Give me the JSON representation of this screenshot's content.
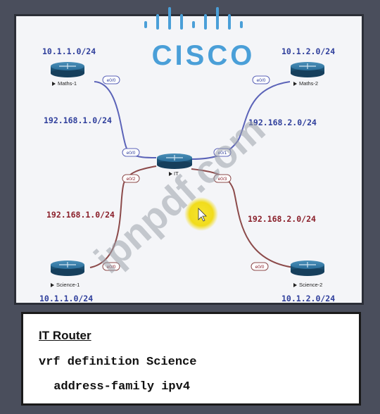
{
  "brand": {
    "logo_text": "CISCO"
  },
  "watermark": {
    "text": "ipnpdf.com"
  },
  "routers": {
    "maths1": {
      "name": "Maths-1",
      "lan": "10.1.1.0/24",
      "iface": "e0/0"
    },
    "maths2": {
      "name": "Maths-2",
      "lan": "10.1.2.0/24",
      "iface": "e0/0"
    },
    "it": {
      "name": "IT",
      "ifaces": [
        "e0/0",
        "e0/1",
        "e0/2",
        "e0/3"
      ]
    },
    "science1": {
      "name": "Science-1",
      "lan": "10.1.1.0/24",
      "iface": "e0/0"
    },
    "science2": {
      "name": "Science-2",
      "lan": "10.1.2.0/24",
      "iface": "e0/0"
    }
  },
  "links": {
    "it_maths1": "192.168.1.0/24",
    "it_maths2": "192.168.2.0/24",
    "it_science1": "192.168.1.0/24",
    "it_science2": "192.168.2.0/24"
  },
  "colors": {
    "vrf_maths_link": "#5b63b8",
    "vrf_science_link": "#8c4a4a",
    "router_body": "#1f5f86",
    "logo": "#4a9fd8",
    "cursor_highlight": "#f1dc1c"
  },
  "config": {
    "title": "IT Router",
    "lines": [
      "vrf definition Science",
      " address-family ipv4"
    ]
  }
}
